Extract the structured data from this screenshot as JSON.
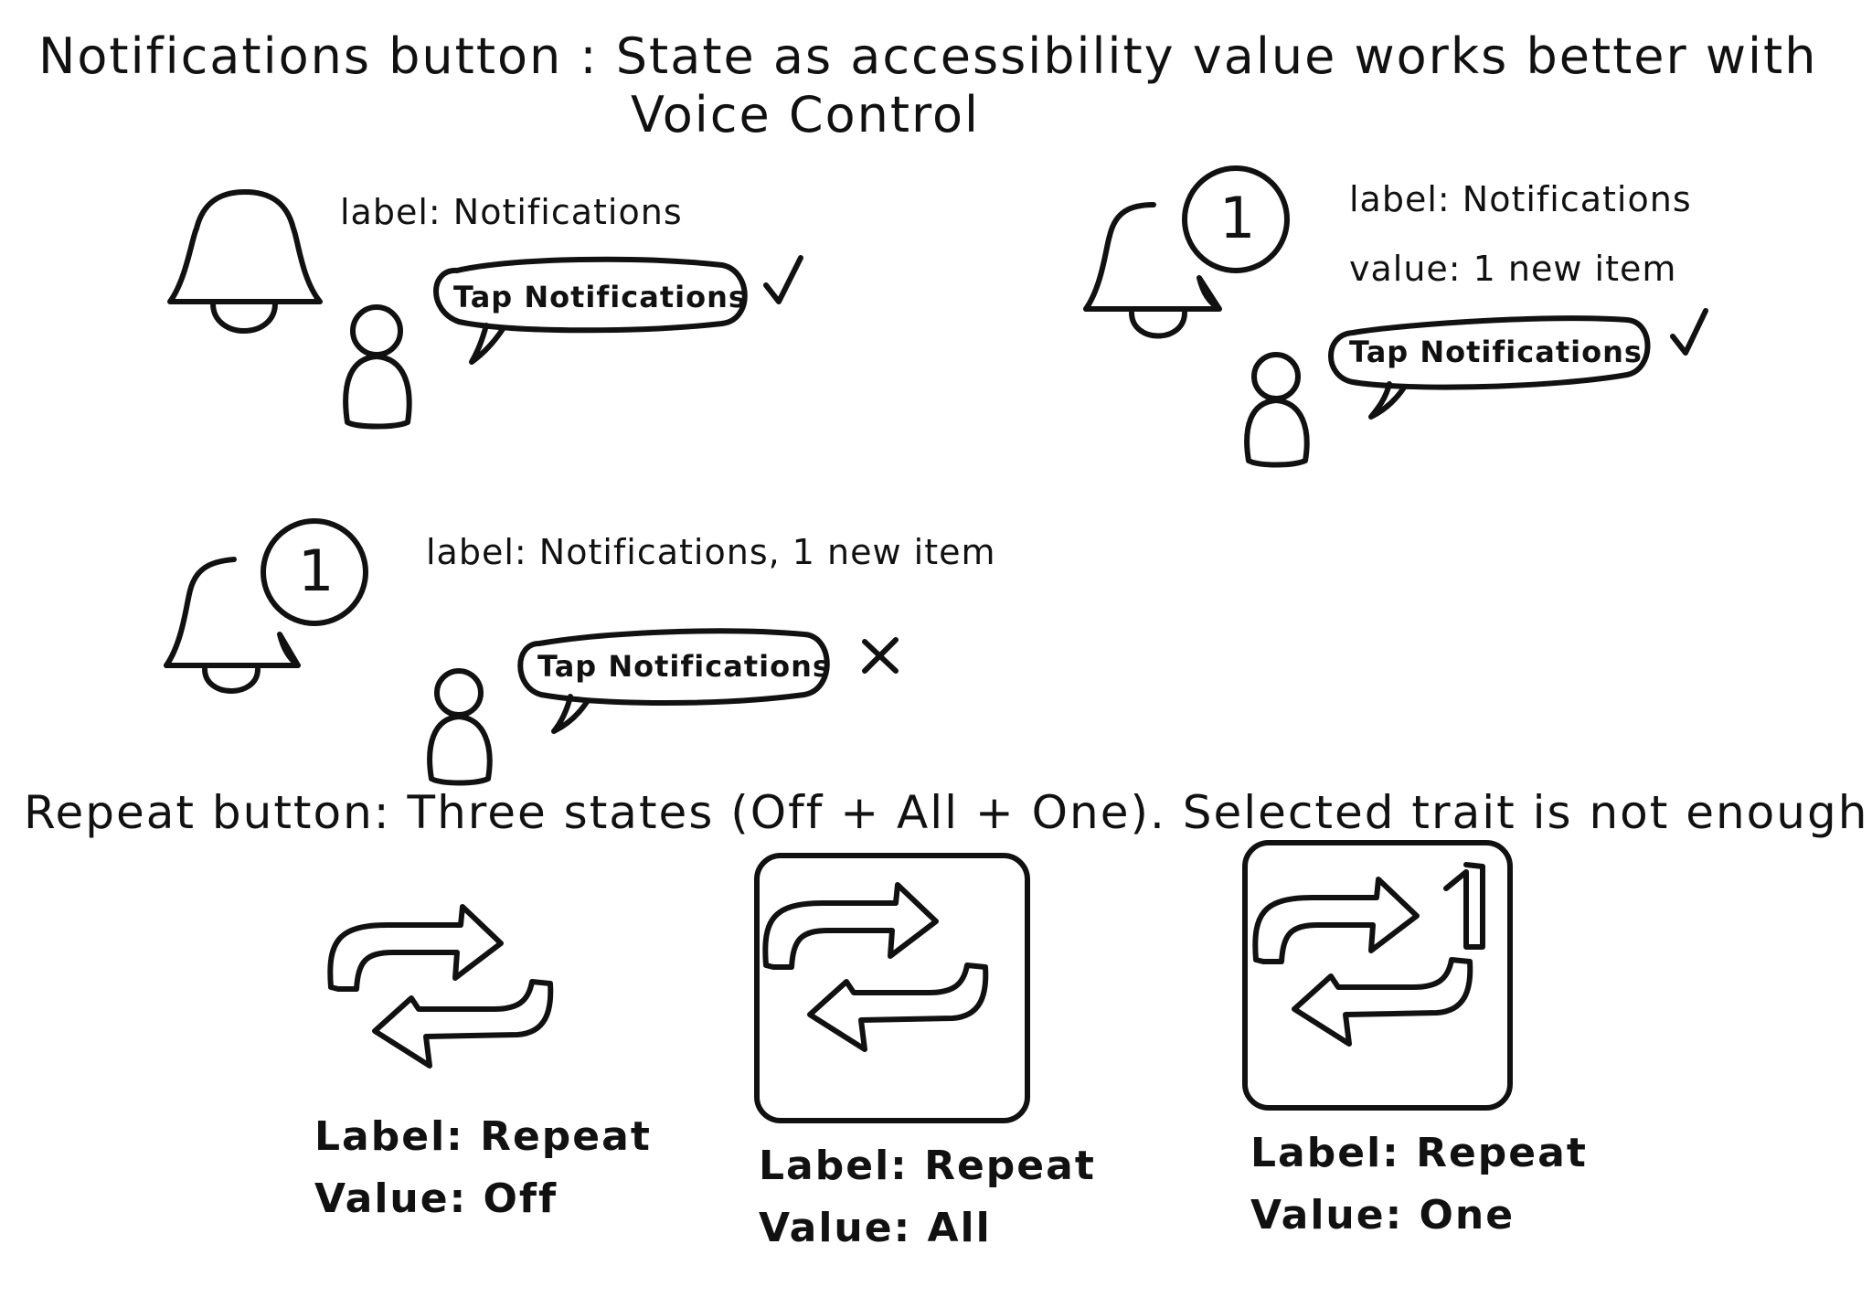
{
  "notifications": {
    "heading_line1": "Notifications button : State as accessibility value works better with",
    "heading_line2": "Voice Control",
    "examples": [
      {
        "label_line": "label: Notifications",
        "value_line": "",
        "badge": "",
        "speech": "Tap Notifications",
        "result": "✓",
        "works": true
      },
      {
        "label_line": "label: Notifications",
        "value_line": "value: 1 new item",
        "badge": "1",
        "speech": "Tap Notifications",
        "result": "✓",
        "works": true
      },
      {
        "label_line": "label: Notifications, 1 new item",
        "value_line": "",
        "badge": "1",
        "speech": "Tap Notifications",
        "result": "✕",
        "works": false
      }
    ]
  },
  "repeat": {
    "heading": "Repeat button: Three states (Off + All + One). Selected trait is not enough.",
    "states": [
      {
        "label": "Label: Repeat",
        "value": "Value: Off",
        "boxed": false,
        "badge": ""
      },
      {
        "label": "Label: Repeat",
        "value": "Value: All",
        "boxed": true,
        "badge": ""
      },
      {
        "label": "Label: Repeat",
        "value": "Value: One",
        "boxed": true,
        "badge": "1"
      }
    ]
  },
  "icons": [
    "bell-icon",
    "person-icon",
    "speech-bubble-icon",
    "checkmark-icon",
    "cross-icon",
    "repeat-icon",
    "repeat-one-icon"
  ],
  "colors": {
    "ink": "#111111",
    "paper": "#ffffff"
  }
}
